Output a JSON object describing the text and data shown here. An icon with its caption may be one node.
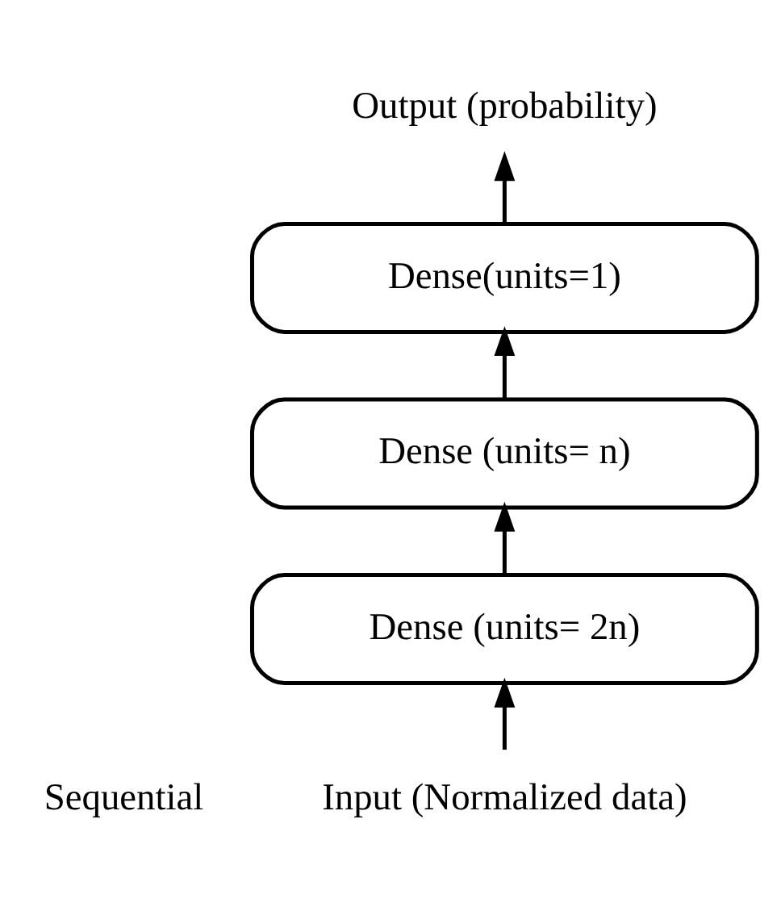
{
  "diagram": {
    "nodes": [
      {
        "text": [
          "Output (probability)"
        ]
      },
      {
        "text": [
          "Dense(units=1)"
        ]
      },
      {
        "text": [
          "Dense (units= n)"
        ]
      },
      {
        "text": [
          "Dense (units= 2n)"
        ]
      },
      {
        "text": [
          "Input (Normalized data)"
        ]
      }
    ],
    "edges": [
      {
        "from": 4,
        "to": 3,
        "arrow": "to"
      },
      {
        "from": 3,
        "to": 2,
        "arrow": "to"
      },
      {
        "from": 2,
        "to": 1,
        "arrow": "to"
      },
      {
        "from": 1,
        "to": 0,
        "arrow": "to"
      }
    ],
    "labels": [
      "Sequential"
    ]
  }
}
